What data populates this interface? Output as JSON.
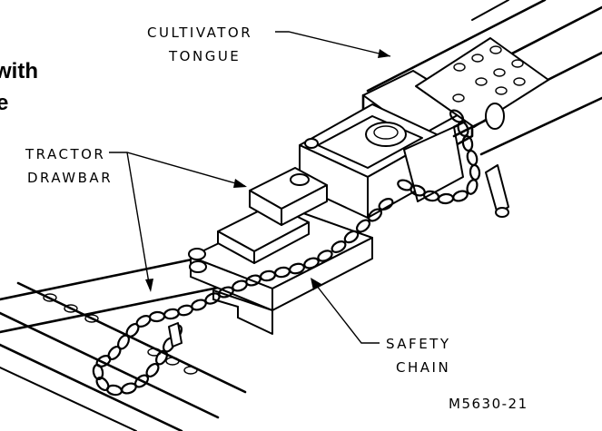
{
  "heading_fragment": {
    "line1": "with",
    "line2": "e"
  },
  "labels": {
    "cultivator_tongue_1": "CULTIVATOR",
    "cultivator_tongue_2": "TONGUE",
    "tractor_drawbar_1": "TRACTOR",
    "tractor_drawbar_2": "DRAWBAR",
    "safety_chain_1": "SAFETY",
    "safety_chain_2": "CHAIN"
  },
  "figure_id": "M5630-21"
}
